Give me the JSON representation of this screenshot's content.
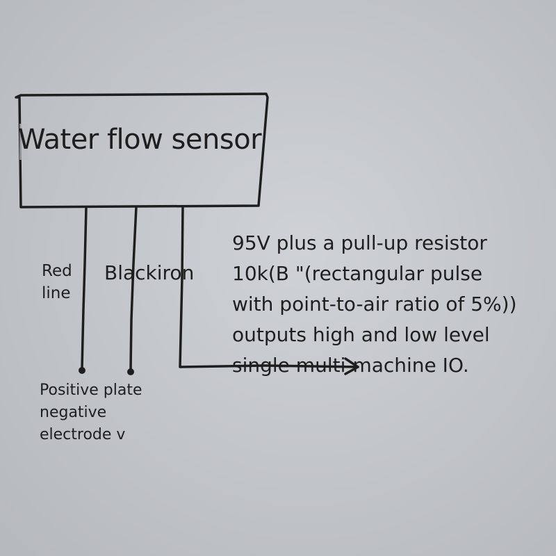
{
  "diagram": {
    "sensor_box": {
      "title": "Water flow sensor"
    },
    "wires": [
      {
        "label": "Red\nline",
        "terminal": "Positive plate\nnegative\nelectrode v"
      },
      {
        "label": "Blackiron"
      },
      {
        "label": "95V plus a pull-up resistor\n10k(B \"(rectangular pulse\nwith point-to-air ratio of 5%))\noutputs high and low level\nsingle multi-machine IO."
      }
    ],
    "colors": {
      "paper": "#c3c6cb",
      "ink": "#1e1e1e"
    }
  }
}
